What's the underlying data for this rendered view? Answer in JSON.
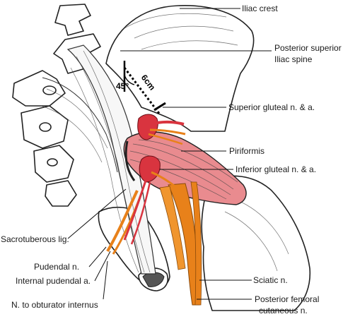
{
  "labels": {
    "iliac_crest": "Iliac crest",
    "psis_line1": "Posterior superior",
    "psis_line2": "Iliac spine",
    "superior_gluteal": "Superior gluteal n. & a.",
    "piriformis": "Piriformis",
    "inferior_gluteal": "Inferior gluteal n. & a.",
    "sacrotuberous": "Sacrotuberous lig.",
    "pudendal": "Pudendal n.",
    "internal_pudendal": "Internal pudendal a.",
    "obturator_internus": "N. to obturator internus",
    "sciatic": "Sciatic n.",
    "post_femoral_line1": "Posterior femoral",
    "post_femoral_line2": "cutaneous n."
  },
  "measurements": {
    "angle": "45°",
    "distance": "6cm"
  },
  "colors": {
    "artery": "#d9343f",
    "nerve": "#e8811a",
    "muscle": "#e98b8f",
    "bone_outline": "#222222"
  }
}
